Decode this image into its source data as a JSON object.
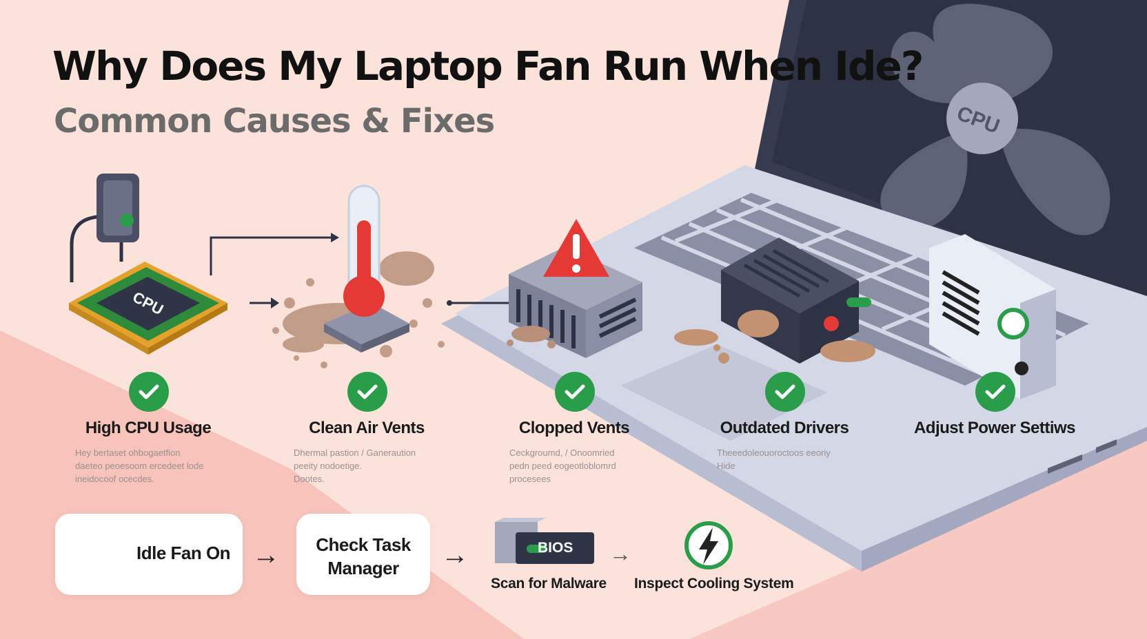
{
  "header": {
    "title": "Why Does My Laptop Fan Run When Ide?",
    "subtitle": "Common Causes & Fixes"
  },
  "laptop": {
    "fan_hub_label": "CPU"
  },
  "illustrations": {
    "chip_label": "CPU"
  },
  "causes": [
    {
      "label": "High CPU Usage",
      "description": [
        "Hey bertaset ohbogaetfion",
        "daeteo peoesoom ercedeet lode",
        "ineidocoof ocecdes."
      ]
    },
    {
      "label": "Clean Air Vents",
      "description": [
        "Dhermal pastion / Ganeraution",
        "peeity nodoetige.",
        "Dootes."
      ]
    },
    {
      "label": "Clopped Vents",
      "description": [
        "Ceckgroumd, / Onoomried",
        "pedn peed eogeotloblomrd",
        "procesees"
      ]
    },
    {
      "label": "Outdated Drivers",
      "description": [
        "Theeedoleouoroctoos eeoriy",
        "Hide"
      ]
    },
    {
      "label": "Adjust Power Settiws",
      "description": []
    }
  ],
  "steps": {
    "idle": "Idle Fan On",
    "task_manager_line1": "Check Task",
    "task_manager_line2": "Manager",
    "bios_badge": "BIOS",
    "scan": "Scan for Malware",
    "cooling": "Inspect Cooling System",
    "arrow": "→"
  },
  "colors": {
    "background": "#fbe3dc",
    "accent_green": "#2a9d4a",
    "warning_red": "#e53935",
    "title": "#111111",
    "subtitle": "#6b6b6b",
    "laptop_body": "#d4d7e6",
    "screen": "#2f3446"
  }
}
